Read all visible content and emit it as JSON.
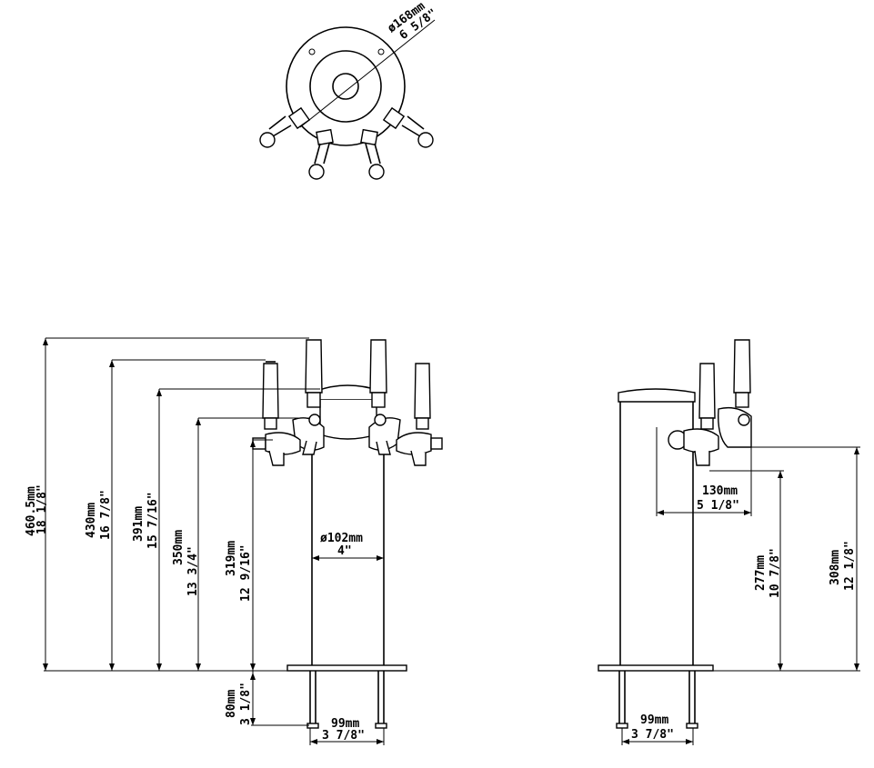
{
  "top_view": {
    "diameter_mm": "ø168mm",
    "diameter_in": "6 5/8\""
  },
  "front_view": {
    "h1_mm": "460.5mm",
    "h1_in": "18 1/8\"",
    "h2_mm": "430mm",
    "h2_in": "16 7/8\"",
    "h3_mm": "391mm",
    "h3_in": "15 7/16\"",
    "h4_mm": "350mm",
    "h4_in": "13 3/4\"",
    "h5_mm": "319mm",
    "h5_in": "12 9/16\"",
    "column_mm": "ø102mm",
    "column_in": "4\"",
    "shank_mm": "80mm",
    "shank_in": "3 1/8\"",
    "base_mm": "99mm",
    "base_in": "3 7/8\""
  },
  "side_view": {
    "reach_mm": "130mm",
    "reach_in": "5 1/8\"",
    "h_low_mm": "277mm",
    "h_low_in": "10 7/8\"",
    "h_high_mm": "308mm",
    "h_high_in": "12 1/8\"",
    "base_mm": "99mm",
    "base_in": "3 7/8\""
  }
}
